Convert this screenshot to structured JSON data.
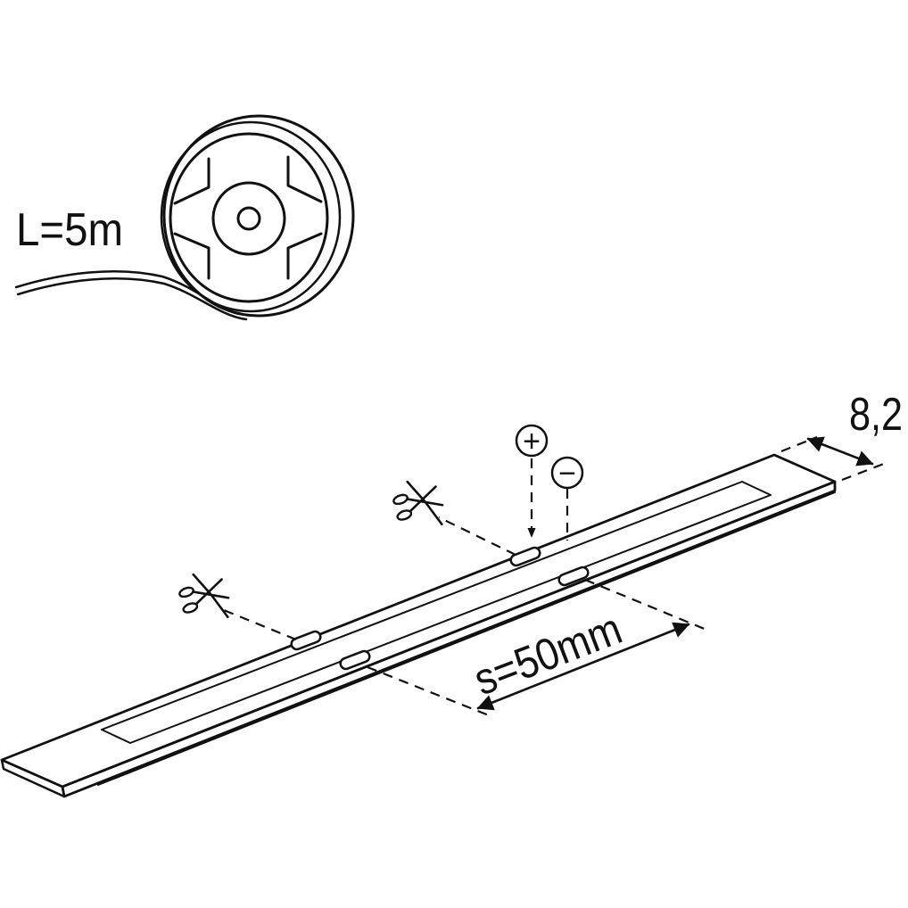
{
  "reel": {
    "length_label": "L=5m"
  },
  "strip": {
    "width_label": "8,2",
    "spacing_label": "s=50mm",
    "plus_symbol": "+",
    "minus_symbol": "−"
  },
  "icons": {
    "cut": "scissors-icon",
    "positive": "plus-terminal-icon",
    "negative": "minus-terminal-icon"
  },
  "colors": {
    "line": "#111111",
    "led_area": "#b4b4b4",
    "background": "#ffffff"
  }
}
